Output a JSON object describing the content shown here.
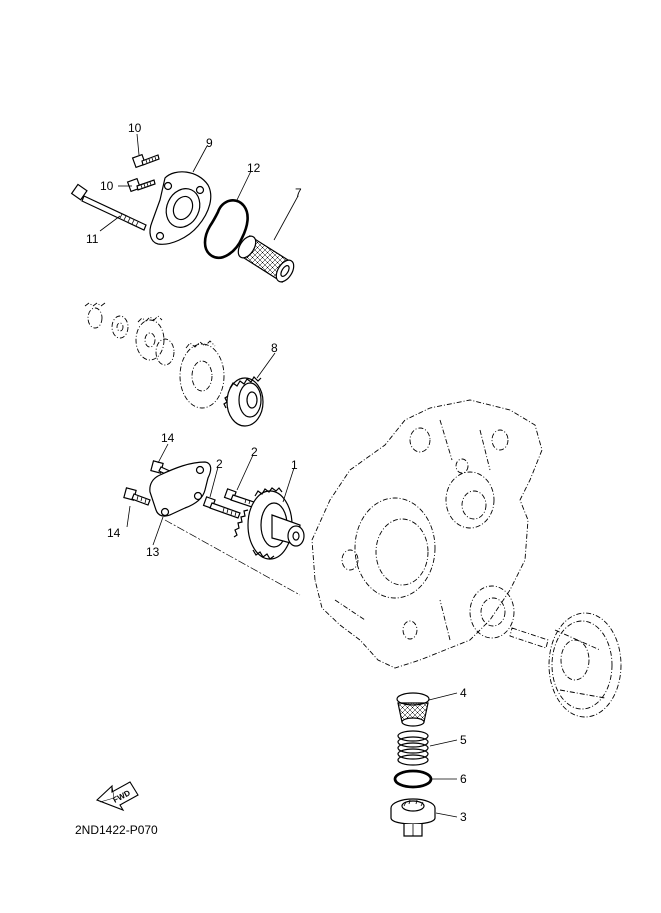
{
  "callouts": {
    "c1": "1",
    "c2a": "2",
    "c2b": "2",
    "c3": "3",
    "c4": "4",
    "c5": "5",
    "c6": "6",
    "c7": "7",
    "c8": "8",
    "c9": "9",
    "c10a": "10",
    "c10b": "10",
    "c11": "11",
    "c12": "12",
    "c13": "13",
    "c14a": "14",
    "c14b": "14"
  },
  "fwd_label": "FWD",
  "diagram_code": "2ND1422-P070"
}
